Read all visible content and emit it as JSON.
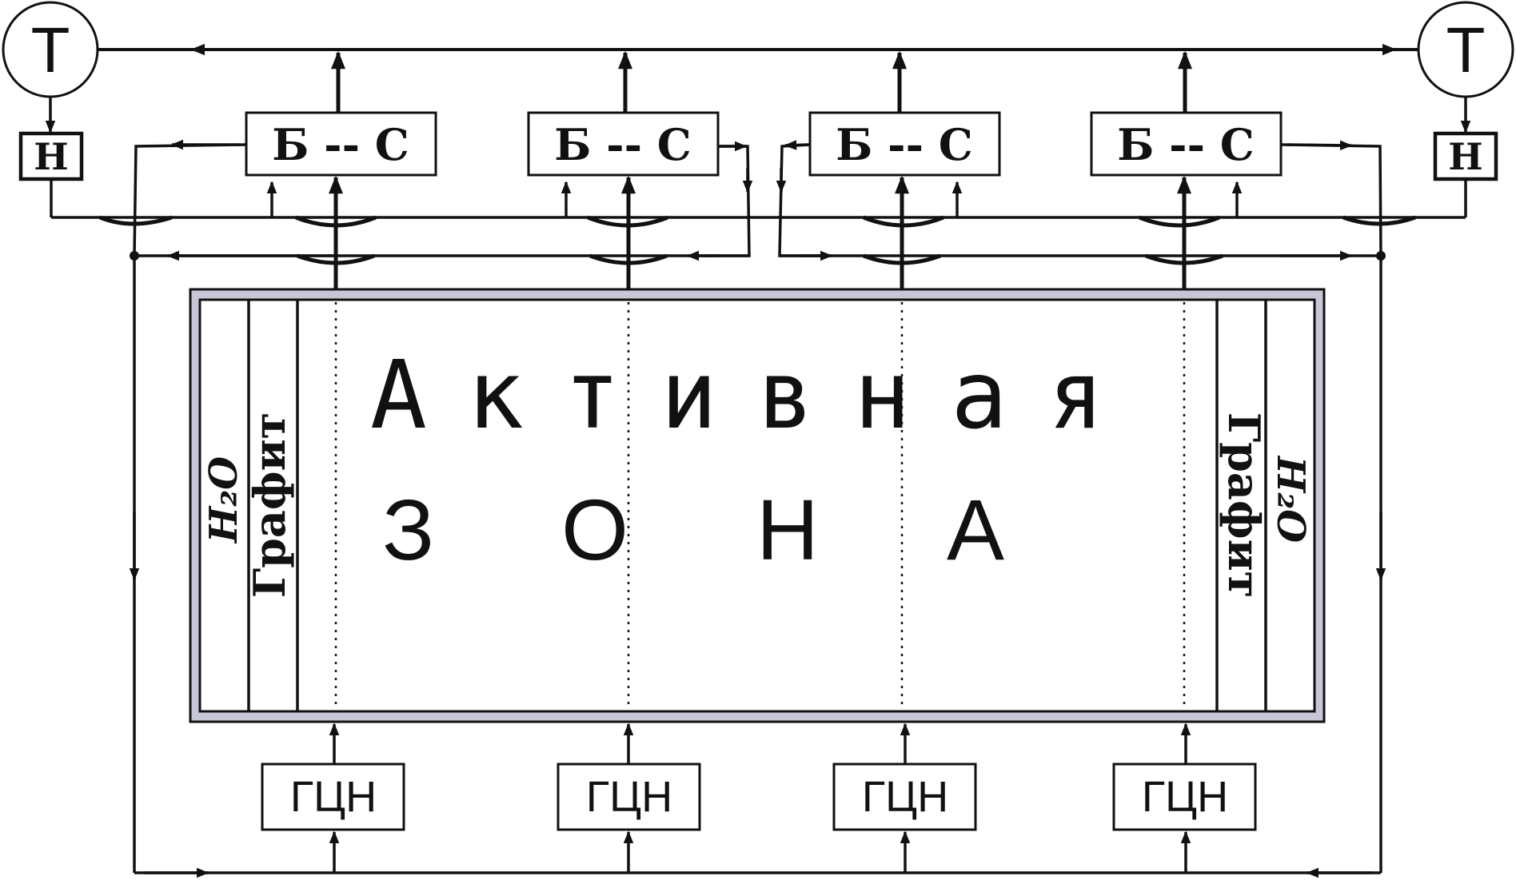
{
  "turbines": {
    "label": "Т"
  },
  "feed_pumps": {
    "label": "Н"
  },
  "separators": {
    "label": "Б -- С"
  },
  "circulation_pumps": {
    "label": "ГЦН"
  },
  "core": {
    "title_line1": "Активная",
    "title_line2": "зона"
  },
  "graphite_label": "Графит",
  "water_label": "H₂O",
  "colors": {
    "line": "#111111",
    "vessel_fill": "#c6c6d6",
    "background": "#ffffff"
  }
}
